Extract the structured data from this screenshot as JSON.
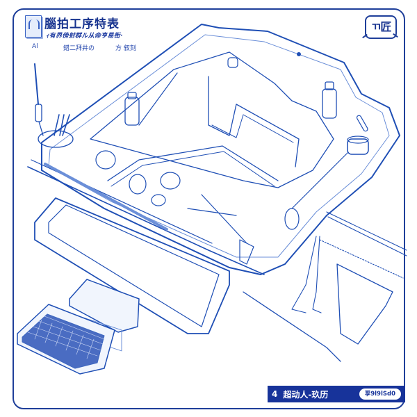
{
  "header": {
    "title": "腦拍工序特表",
    "subtitle": "ｨ有界傍射群ル从命亨易街·",
    "meta": [
      "Al",
      "錯二拜井の",
      "方 叙刻"
    ],
    "icon": "book-icon"
  },
  "badge": {
    "label": "ㄲ匠"
  },
  "illustration": {
    "style": "blueprint line drawing",
    "stroke_color": "#1f4fb5",
    "subject": "isometric workstation tray with bottles, tools, cables, monitor frame, tablet and keyboard",
    "parts": [
      "tray-housing",
      "bottle-left",
      "bottle-center",
      "bottle-right",
      "knob-right",
      "cable-bundle",
      "monitor-frame",
      "tablet-device",
      "keyboard",
      "probe-tool"
    ]
  },
  "footer": {
    "number": "4",
    "label": "超动人-玖历",
    "pill": "孠9l9lSd0"
  },
  "colors": {
    "primary": "#17339a",
    "line": "#1f4fb5",
    "background": "#ffffff"
  }
}
